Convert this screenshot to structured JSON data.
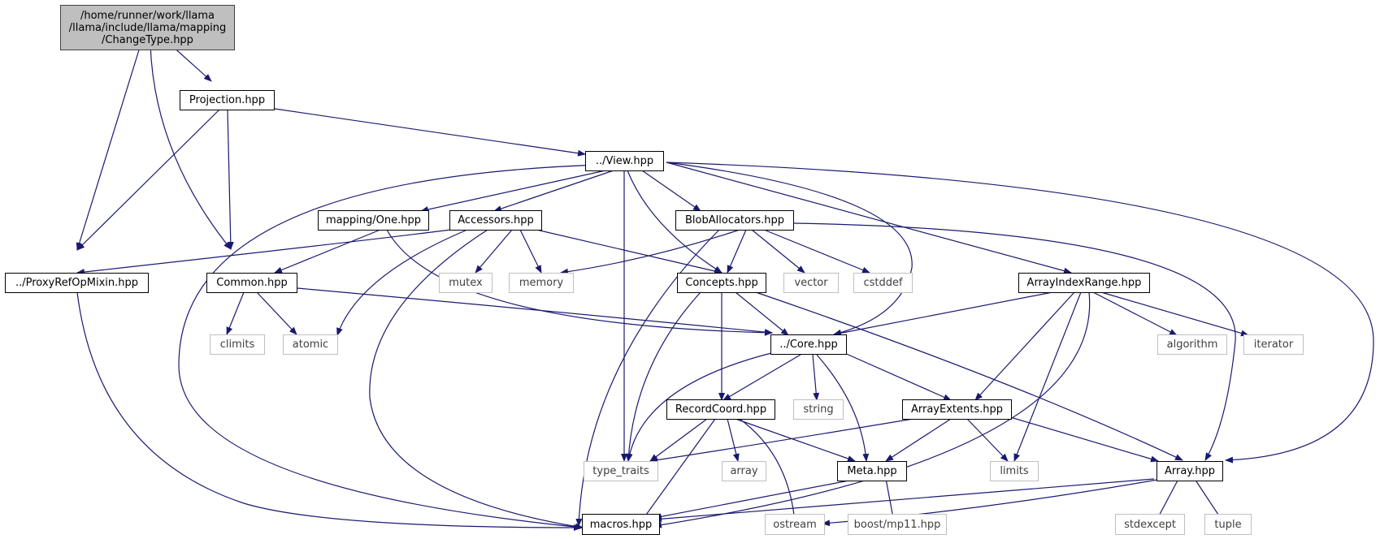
{
  "colors": {
    "edge": "#191970",
    "root_fill": "#bfbfbf",
    "node_border": "#000000",
    "system_border": "#bfbfbf",
    "system_text": "#404040"
  },
  "nodes": {
    "root": {
      "line1": "/home/runner/work/llama",
      "line2": "/llama/include/llama/mapping",
      "line3": "/ChangeType.hpp"
    },
    "projection": "Projection.hpp",
    "view": "../View.hpp",
    "mapping_one": "mapping/One.hpp",
    "accessors": "Accessors.hpp",
    "blob_allocators": "BlobAllocators.hpp",
    "proxy_ref": "../ProxyRefOpMixin.hpp",
    "common": "Common.hpp",
    "mutex": "mutex",
    "memory": "memory",
    "concepts": "Concepts.hpp",
    "vector": "vector",
    "cstddef": "cstddef",
    "array_index_range": "ArrayIndexRange.hpp",
    "climits": "climits",
    "atomic": "atomic",
    "core": "../Core.hpp",
    "algorithm": "algorithm",
    "iterator": "iterator",
    "record_coord": "RecordCoord.hpp",
    "string": "string",
    "array_extents": "ArrayExtents.hpp",
    "type_traits": "type_traits",
    "array": "array",
    "meta": "Meta.hpp",
    "limits": "limits",
    "array_hpp": "Array.hpp",
    "macros": "macros.hpp",
    "ostream": "ostream",
    "boost_mp11": "boost/mp11.hpp",
    "stdexcept": "stdexcept",
    "tuple": "tuple"
  }
}
